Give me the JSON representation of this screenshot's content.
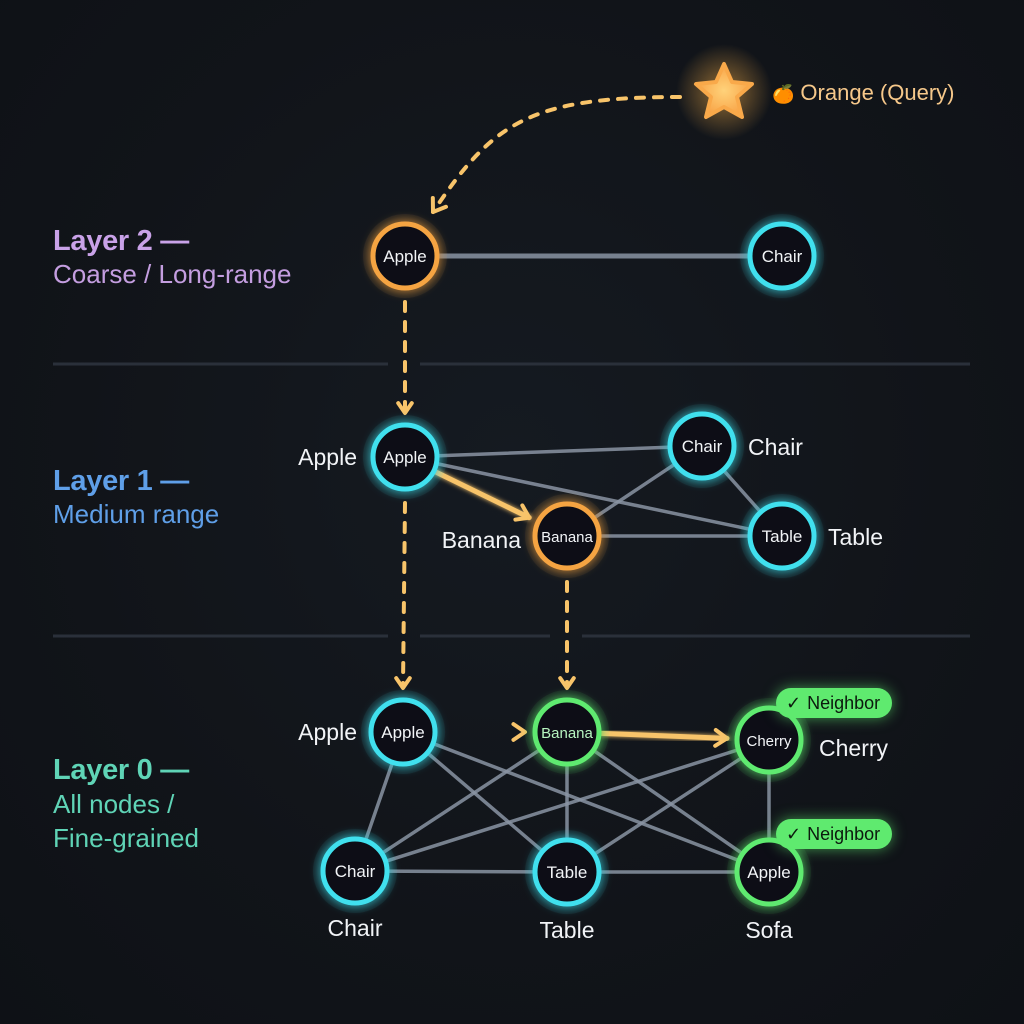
{
  "query": {
    "icon": "star-icon",
    "fruit_icon": "🍊",
    "label": "Orange (Query)"
  },
  "layers": [
    {
      "id": "layer2",
      "title": "Layer 2 —",
      "subtitle": "Coarse / Long-range",
      "color": "#c9a2e8"
    },
    {
      "id": "layer1",
      "title": "Layer 1 —",
      "subtitle": "Medium range",
      "color": "#5f9fe8"
    },
    {
      "id": "layer0",
      "title": "Layer 0 —",
      "subtitle": "All nodes /\nFine-grained",
      "color": "#5fd4b6"
    }
  ],
  "colors": {
    "cyan": "#3fe0ee",
    "orange": "#f5a442",
    "green": "#5fea6f",
    "edge": "#8a94a3",
    "path": "#f8c46a",
    "separator": "#2a303a"
  },
  "badges": {
    "neighbor_cherry": "Neighbor",
    "neighbor_sofa": "Neighbor",
    "check_icon": "✓"
  },
  "graph": {
    "layer2": {
      "nodes": [
        {
          "id": "l2-apple",
          "label": "Apple",
          "side_label": "",
          "state": "orange"
        },
        {
          "id": "l2-chair",
          "label": "Chair",
          "side_label": "",
          "state": "cyan"
        }
      ],
      "edges": [
        [
          "l2-apple",
          "l2-chair"
        ]
      ]
    },
    "layer1": {
      "nodes": [
        {
          "id": "l1-apple",
          "label": "Apple",
          "side_label": "Apple",
          "state": "cyan"
        },
        {
          "id": "l1-chair",
          "label": "Chair",
          "side_label": "Chair",
          "state": "cyan"
        },
        {
          "id": "l1-banana",
          "label": "Banana",
          "side_label": "Banana",
          "state": "orange"
        },
        {
          "id": "l1-table",
          "label": "Table",
          "side_label": "Table",
          "state": "cyan"
        }
      ],
      "edges": [
        [
          "l1-apple",
          "l1-chair"
        ],
        [
          "l1-apple",
          "l1-table"
        ],
        [
          "l1-banana",
          "l1-chair"
        ],
        [
          "l1-banana",
          "l1-table"
        ],
        [
          "l1-chair",
          "l1-table"
        ]
      ]
    },
    "layer0": {
      "nodes": [
        {
          "id": "l0-apple",
          "label": "Apple",
          "side_label": "Apple",
          "state": "cyan"
        },
        {
          "id": "l0-banana",
          "label": "Banana",
          "side_label": "",
          "state": "green"
        },
        {
          "id": "l0-cherry",
          "label": "Cherry",
          "side_label": "Cherry",
          "state": "green"
        },
        {
          "id": "l0-chair",
          "label": "Chair",
          "side_label": "Chair",
          "state": "cyan"
        },
        {
          "id": "l0-table",
          "label": "Table",
          "side_label": "Table",
          "state": "cyan"
        },
        {
          "id": "l0-sofa",
          "label": "Apple",
          "side_label": "Sofa",
          "state": "green"
        }
      ],
      "edges": [
        [
          "l0-apple",
          "l0-chair"
        ],
        [
          "l0-apple",
          "l0-table"
        ],
        [
          "l0-apple",
          "l0-sofa"
        ],
        [
          "l0-banana",
          "l0-chair"
        ],
        [
          "l0-banana",
          "l0-table"
        ],
        [
          "l0-banana",
          "l0-sofa"
        ],
        [
          "l0-cherry",
          "l0-chair"
        ],
        [
          "l0-cherry",
          "l0-table"
        ],
        [
          "l0-cherry",
          "l0-sofa"
        ],
        [
          "l0-chair",
          "l0-table"
        ],
        [
          "l0-table",
          "l0-sofa"
        ]
      ]
    },
    "search_path": {
      "greedy_steps": [
        [
          "l1-apple",
          "l1-banana"
        ],
        [
          "l0-apple",
          "l0-banana"
        ],
        [
          "l0-banana",
          "l0-cherry"
        ]
      ],
      "descents": [
        [
          "query",
          "l2-apple"
        ],
        [
          "l2-apple",
          "l1-apple"
        ],
        [
          "l1-apple",
          "l0-apple"
        ],
        [
          "l1-banana",
          "l0-banana"
        ]
      ]
    }
  }
}
